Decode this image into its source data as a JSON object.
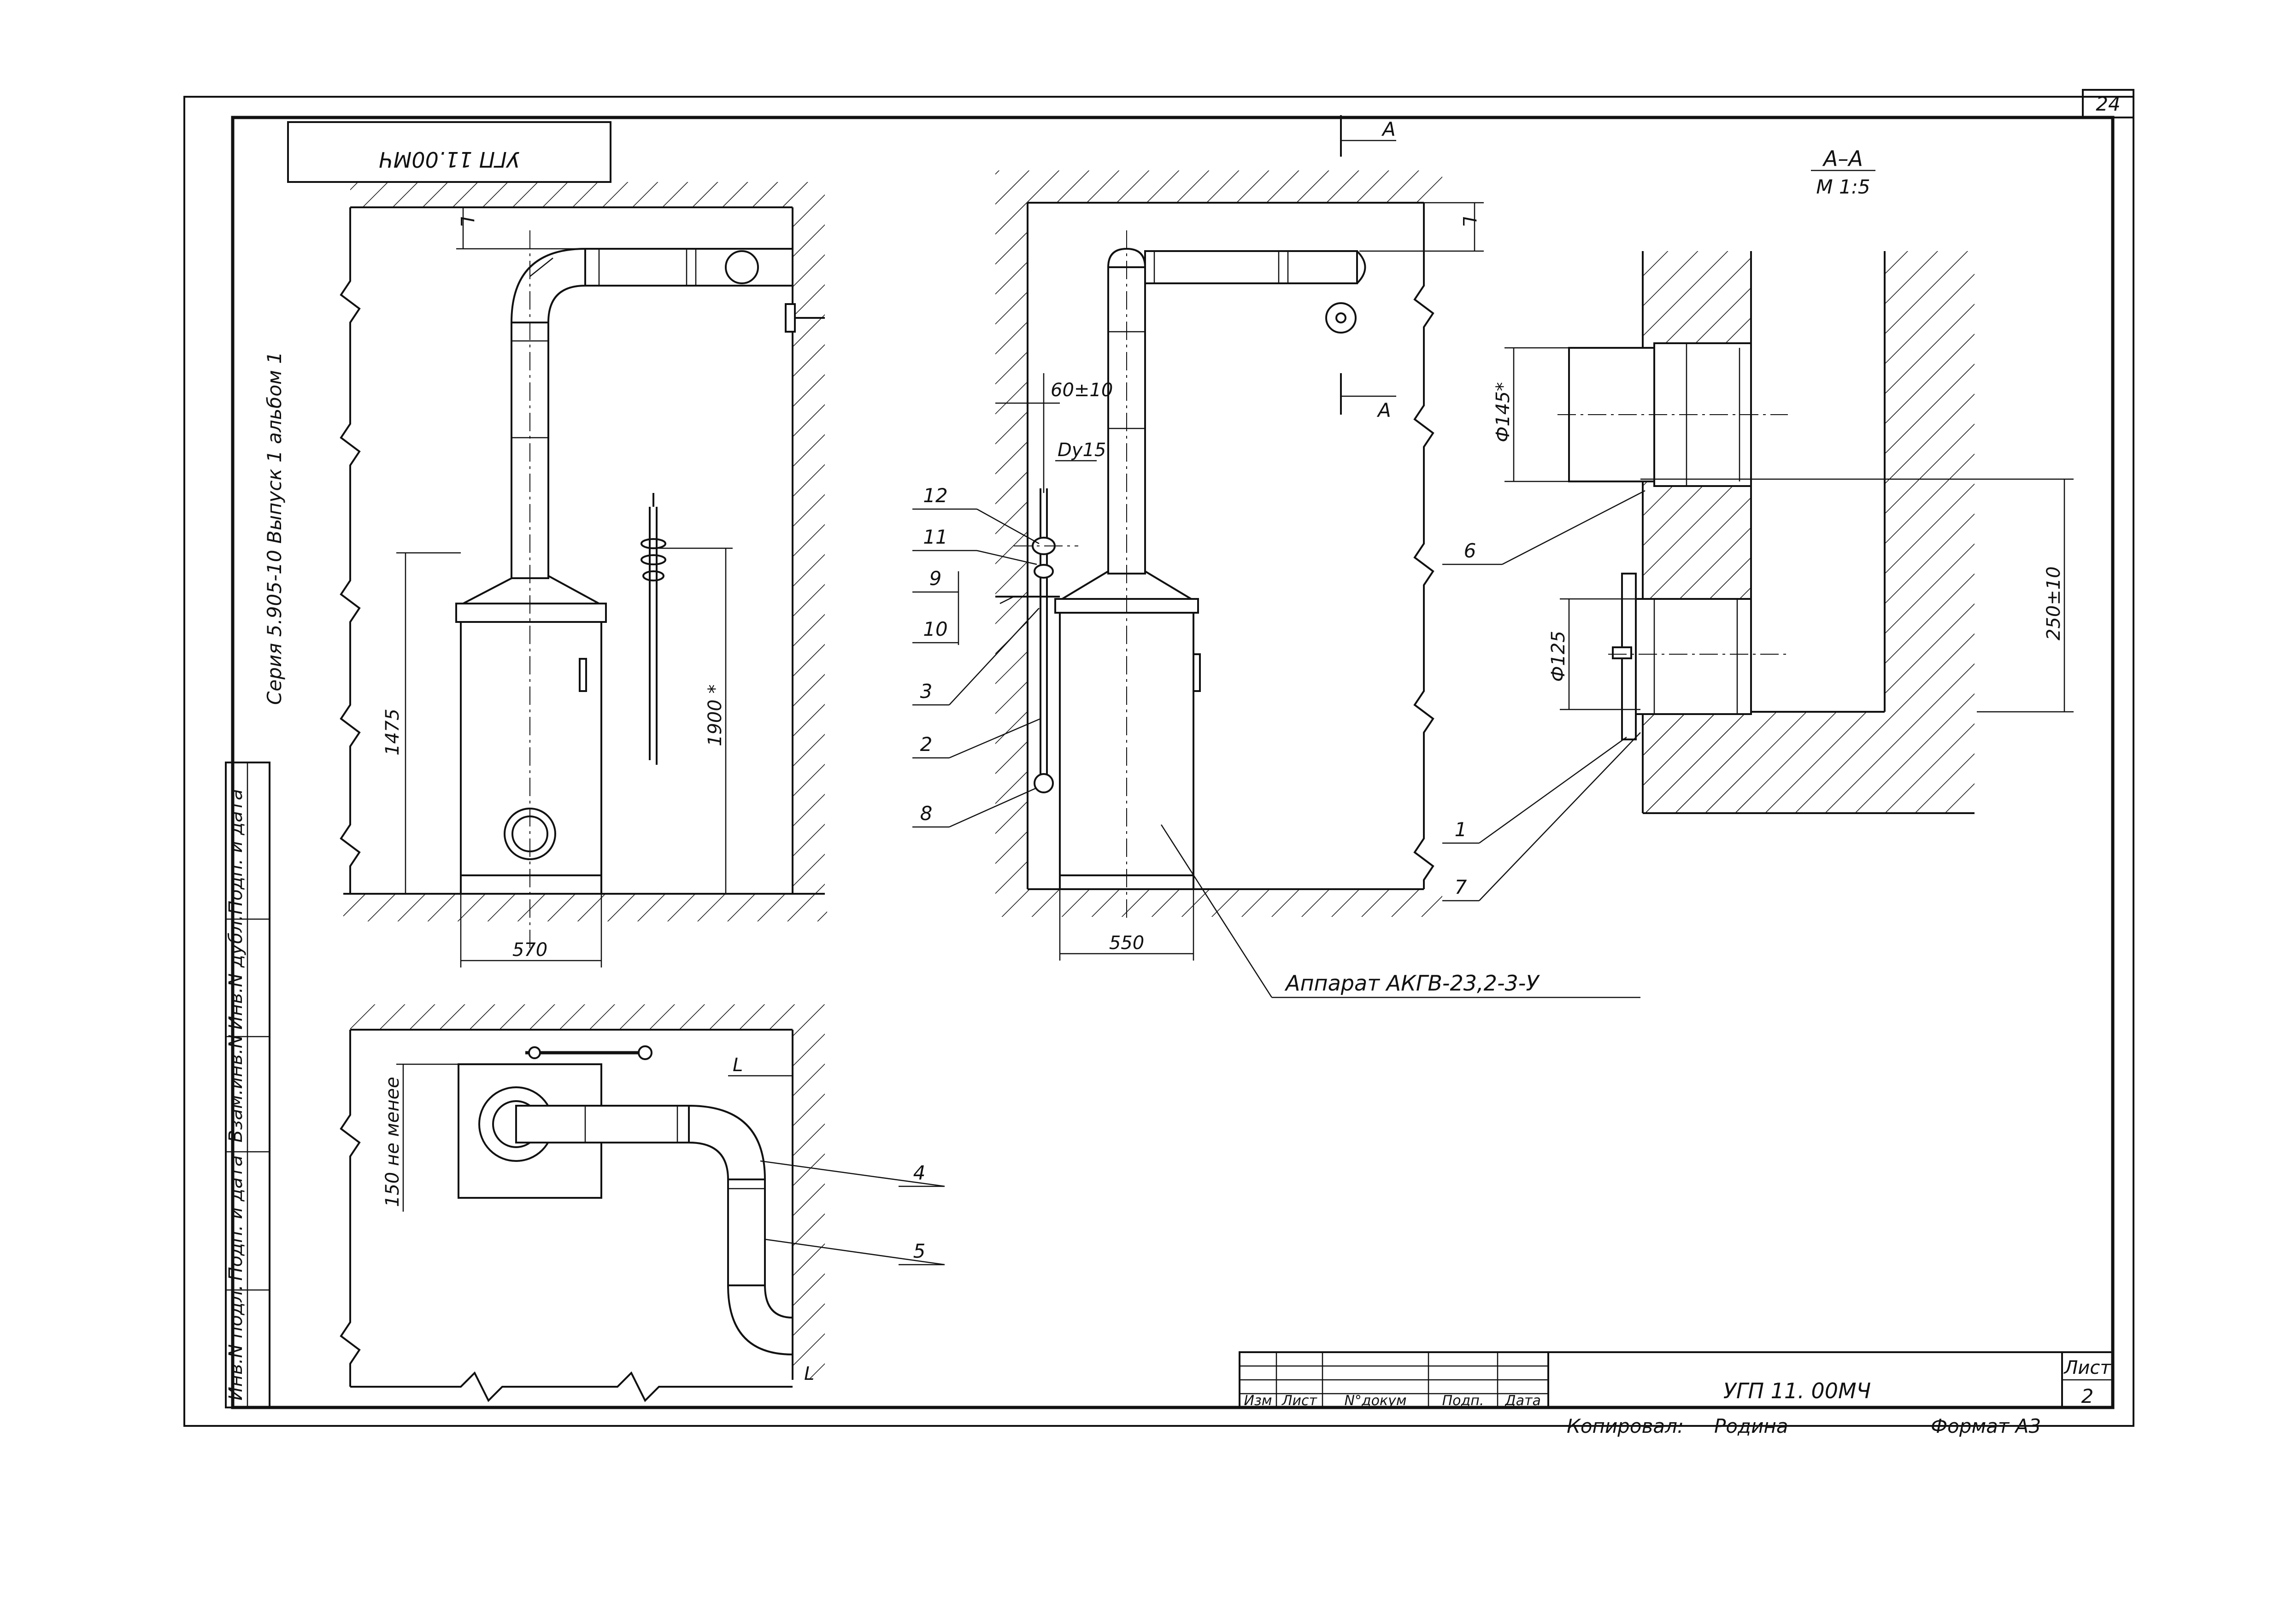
{
  "sheet": {
    "sheet_no_corner": "24",
    "stamp_code_rotated": "УГП 11.00МЧ",
    "series_text": "Серия 5.905-10   Выпуск 1 альбом 1",
    "border_cells": [
      "Инв.N подл.",
      "Подп. и дата",
      "Взам.инв.N",
      "Инв.N дубл.",
      "Подп. и дата"
    ]
  },
  "section": {
    "title": "А–А",
    "scale": "М 1:5",
    "dims": {
      "d_top": "Ф145*",
      "d_bot": "Ф125",
      "spacing": "250±10"
    },
    "callouts": [
      "6",
      "1",
      "7"
    ]
  },
  "view_front": {
    "dims": {
      "height_a": "1475",
      "height_b": "1900 *",
      "width": "570",
      "L": "L"
    }
  },
  "view_side": {
    "section_mark": "А",
    "dims": {
      "offset": "60±10",
      "pipe": "Dy15",
      "width": "550",
      "L": "L"
    },
    "callouts": [
      "12",
      "11",
      "9",
      "10",
      "3",
      "2",
      "8"
    ],
    "apparatus_label": "Аппарат  АКГВ-23,2-3-У"
  },
  "view_plan": {
    "dims": {
      "min_gap": "150 не менее",
      "L": "L"
    },
    "callouts": [
      "4",
      "5"
    ]
  },
  "title_block": {
    "headers": [
      "Изм",
      "Лист",
      "N°докум",
      "Подп.",
      "Дата"
    ],
    "doc_code": "УГП 11. 00МЧ",
    "sheet_label": "Лист",
    "sheet_no": "2",
    "copied_label": "Копировал:",
    "copied_sign": "Родина",
    "format": "Формат  А3"
  }
}
